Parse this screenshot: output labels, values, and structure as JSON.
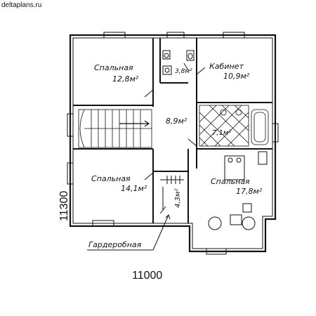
{
  "site": "deltaplans.ru",
  "rooms": [
    {
      "id": "bedroom1",
      "name": "Спальная",
      "area": "12,8м²"
    },
    {
      "id": "bath1",
      "name": "",
      "area": "3,8м²"
    },
    {
      "id": "study",
      "name": "Кабинет",
      "area": "10,9м²"
    },
    {
      "id": "hall",
      "name": "",
      "area": "8,9м²"
    },
    {
      "id": "bath2",
      "name": "",
      "area": "7,1м²"
    },
    {
      "id": "bedroom2",
      "name": "Спальная",
      "area": "14,1м²"
    },
    {
      "id": "closet",
      "name": "",
      "area": "4,3м²"
    },
    {
      "id": "bedroom3",
      "name": "Спальная",
      "area": "17,8м²"
    }
  ],
  "callout": "Гардеробная",
  "dimensions": {
    "height": "11300",
    "width": "11000"
  }
}
